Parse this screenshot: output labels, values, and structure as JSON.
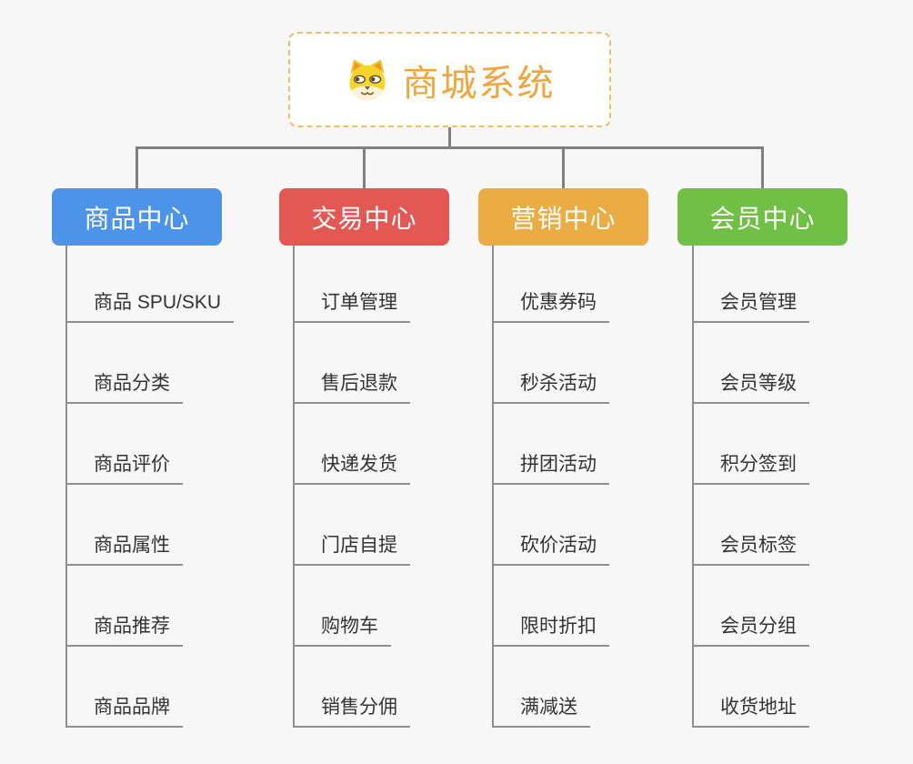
{
  "root": {
    "title": "商城系统",
    "icon": "doge-icon"
  },
  "branches": [
    {
      "id": "product-center",
      "label": "商品中心",
      "color": "#4B94EA",
      "items": [
        "商品 SPU/SKU",
        "商品分类",
        "商品评价",
        "商品属性",
        "商品推荐",
        "商品品牌"
      ]
    },
    {
      "id": "trade-center",
      "label": "交易中心",
      "color": "#E45853",
      "items": [
        "订单管理",
        "售后退款",
        "快递发货",
        "门店自提",
        "购物车",
        "销售分佣"
      ]
    },
    {
      "id": "marketing-center",
      "label": "营销中心",
      "color": "#EBAC44",
      "items": [
        "优惠券码",
        "秒杀活动",
        "拼团活动",
        "砍价活动",
        "限时折扣",
        "满减送"
      ]
    },
    {
      "id": "member-center",
      "label": "会员中心",
      "color": "#6FC044",
      "items": [
        "会员管理",
        "会员等级",
        "积分签到",
        "会员标签",
        "会员分组",
        "收货地址"
      ]
    }
  ],
  "colors": {
    "background": "#F7F7F7",
    "root_text": "#F2A43D",
    "root_border": "#F0BE63",
    "main_connector": "#808080",
    "sub_connector": "#8F8F8F",
    "item_text": "#333333"
  }
}
